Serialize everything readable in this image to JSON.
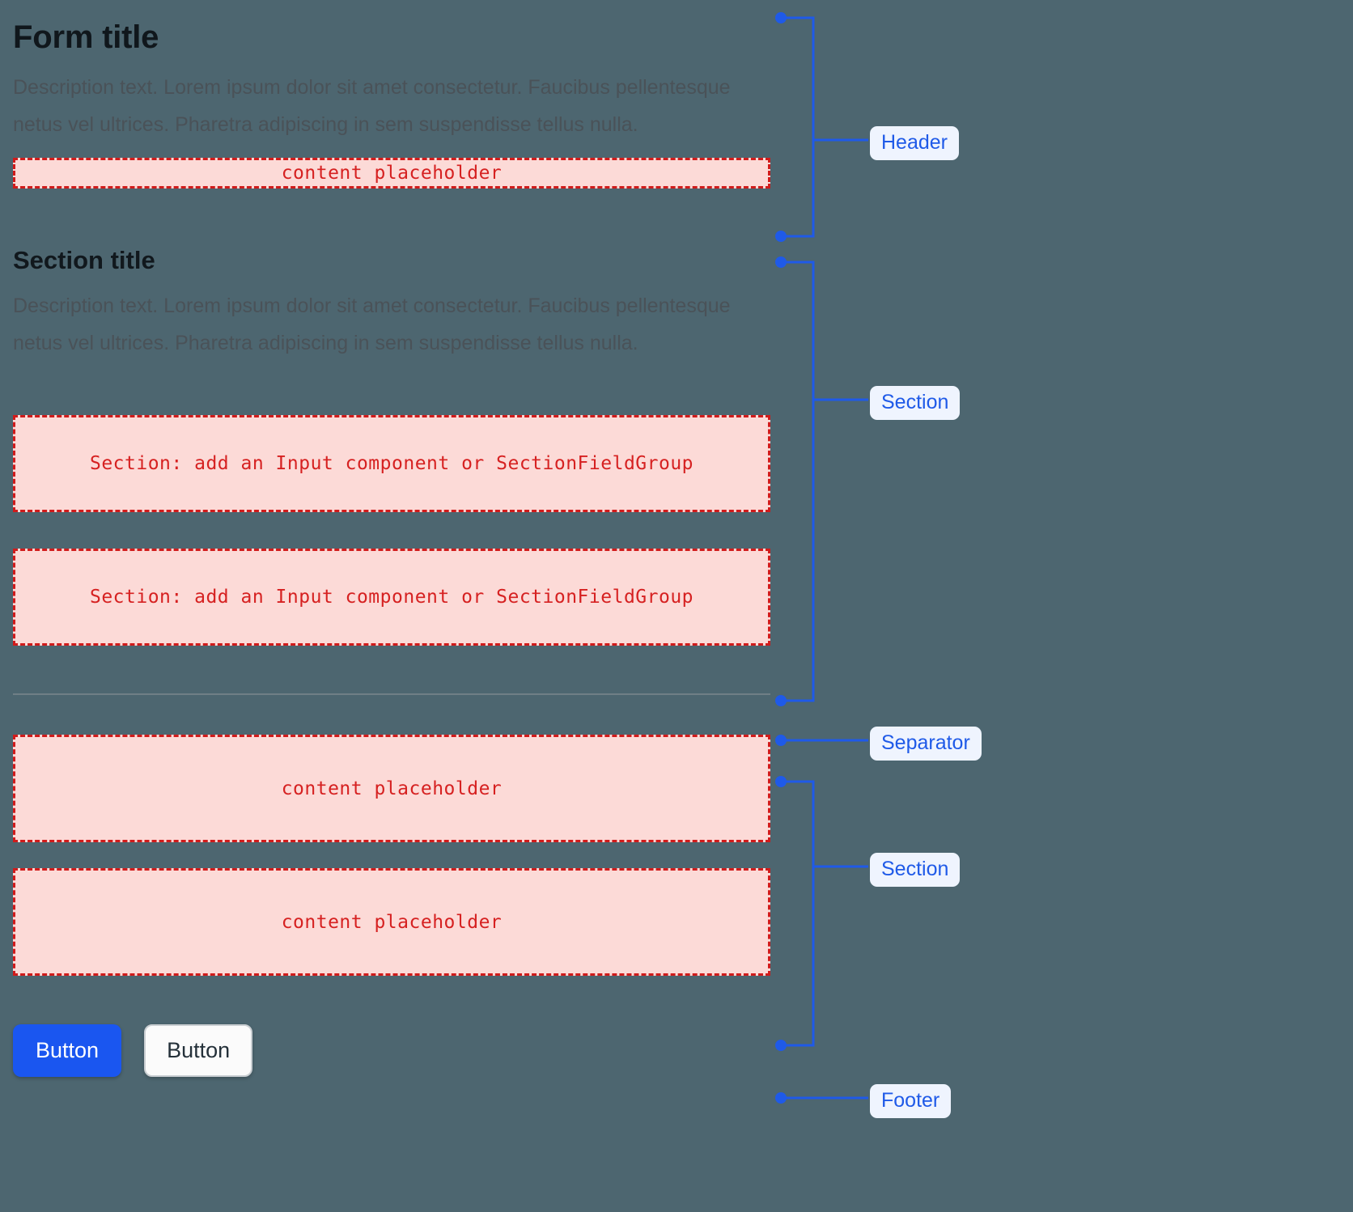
{
  "theme": {
    "background": "#4d6670",
    "annotation_color": "#1f5ae8",
    "badge_background": "#eff4fe",
    "placeholder_fill": "#fcdad7",
    "placeholder_border": "#d01b1b",
    "placeholder_text": "#d62121",
    "primary_button": "#1a56f0",
    "secondary_button": "#fbfbfb",
    "separator": "#6f7f86"
  },
  "header": {
    "title": "Form title",
    "description": "Description text. Lorem ipsum dolor sit amet consectetur. Faucibus pellentesque netus vel ultrices. Pharetra adipiscing in sem suspendisse tellus nulla.",
    "placeholder": "content placeholder"
  },
  "section": {
    "title": "Section title",
    "description": "Description text. Lorem ipsum dolor sit amet consectetur. Faucibus pellentesque netus vel ultrices. Pharetra adipiscing in sem suspendisse tellus nulla.",
    "field_placeholder_1": "Section: add an Input component or SectionFieldGroup",
    "field_placeholder_2": "Section: add an Input component or SectionFieldGroup"
  },
  "section_two": {
    "placeholder_1": "content placeholder",
    "placeholder_2": "content placeholder"
  },
  "footer": {
    "primary_label": "Button",
    "secondary_label": "Button"
  },
  "annotations": [
    {
      "label": "Header"
    },
    {
      "label": "Section"
    },
    {
      "label": "Separator"
    },
    {
      "label": "Section"
    },
    {
      "label": "Footer"
    }
  ]
}
